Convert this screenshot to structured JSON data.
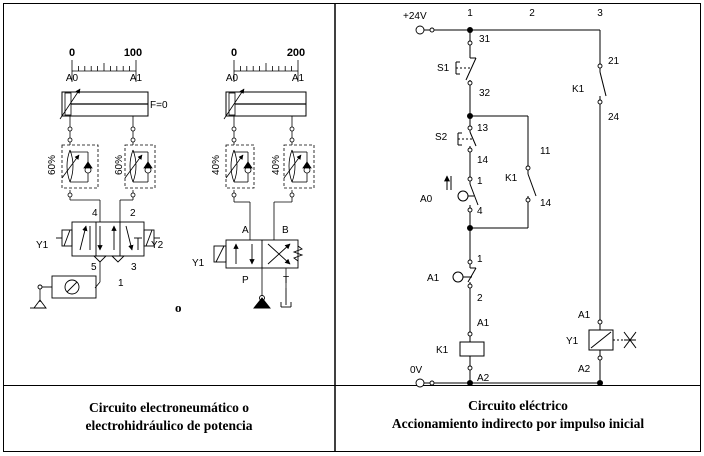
{
  "left_panel": {
    "caption_line1": "Circuito electroneumático o",
    "caption_line2": "electrohidráulico de potencia",
    "separator": "o",
    "pneumatic": {
      "scale_min": "0",
      "scale_max": "100",
      "pos_start": "A0",
      "pos_end": "A1",
      "force_label": "F=0",
      "throttle_left": "60%",
      "throttle_right": "60%",
      "valve_port_a": "4",
      "valve_port_b": "2",
      "valve_exhaust_a": "5",
      "valve_exhaust_b": "3",
      "valve_supply": "1",
      "solenoid_left": "Y1",
      "solenoid_right": "Y2"
    },
    "hydraulic": {
      "scale_min": "0",
      "scale_max": "200",
      "pos_start": "A0",
      "pos_end": "A1",
      "throttle_left": "40%",
      "throttle_right": "40%",
      "port_a": "A",
      "port_b": "B",
      "port_p": "P",
      "port_t": "T",
      "solenoid": "Y1"
    }
  },
  "right_panel": {
    "caption_line1": "Circuito eléctrico",
    "caption_line2": "Accionamiento indirecto por impulso inicial",
    "supply_positive": "+24V",
    "supply_zero": "0V",
    "column_1": "1",
    "column_2": "2",
    "column_3": "3",
    "s1": {
      "name": "S1",
      "terminal_top": "31",
      "terminal_bottom": "32"
    },
    "s2": {
      "name": "S2",
      "terminal_top": "13",
      "terminal_bottom": "14"
    },
    "k1_hold": {
      "name": "K1",
      "terminal_top": "11",
      "terminal_bottom": "14"
    },
    "a0": {
      "name": "A0",
      "terminal_top": "1",
      "terminal_bottom": "4"
    },
    "a1": {
      "name": "A1",
      "terminal_top": "1",
      "terminal_bottom": "2"
    },
    "k1_coil": {
      "name": "K1",
      "terminal_top": "A1",
      "terminal_bottom": "A2"
    },
    "k1_contact": {
      "name": "K1",
      "terminal_top": "21",
      "terminal_bottom": "24"
    },
    "y1_coil": {
      "name": "Y1",
      "terminal_top": "A1",
      "terminal_bottom": "A2"
    }
  }
}
